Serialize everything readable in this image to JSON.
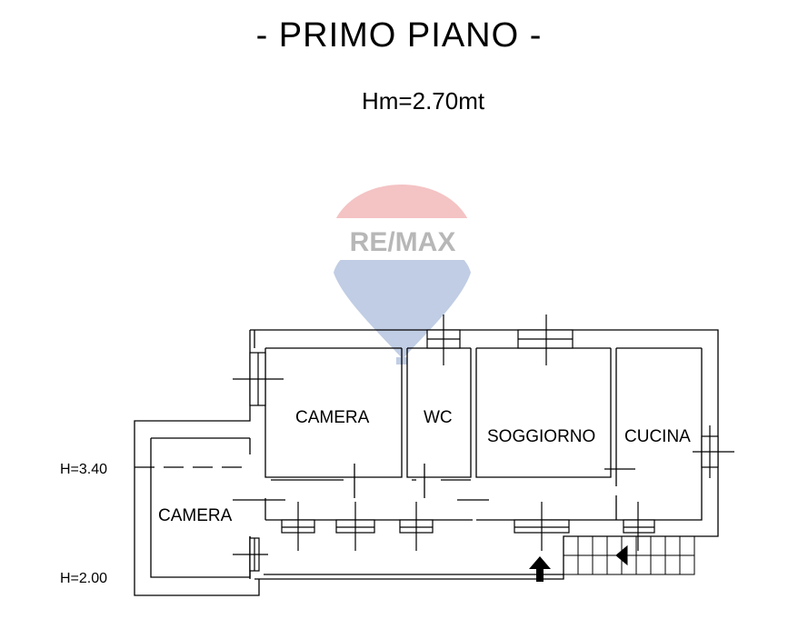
{
  "title": "- PRIMO PIANO -",
  "subtitle": "Hm=2.70mt",
  "logo": {
    "text": "RE/MAX"
  },
  "rooms": {
    "camera_1": "CAMERA",
    "wc": "WC",
    "soggiorno": "SOGGIORNO",
    "cucina": "CUCINA",
    "camera_2": "CAMERA"
  },
  "heights": {
    "upper": "H=3.40",
    "lower": "H=2.00"
  },
  "colors": {
    "line": "#000000",
    "logo_red": "#d92b30",
    "logo_blue": "#1f4fa0"
  }
}
